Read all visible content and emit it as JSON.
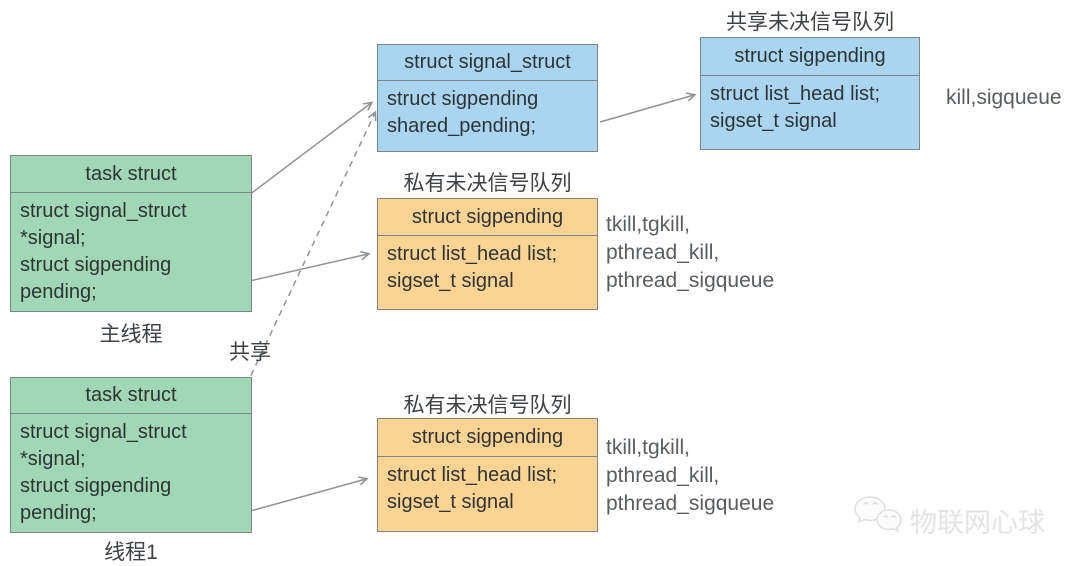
{
  "colors": {
    "task_box_fill": "#a0d7b4",
    "signal_box_fill": "#a9d6ee",
    "pending_box_fill": "#fbd392",
    "box_border": "#7f8486",
    "arrow": "#8f9396",
    "box_text": "#303336",
    "side_text": "#595d60",
    "watermark": "#e4e4e4"
  },
  "boxes": {
    "task_main": {
      "header": "task struct",
      "lines": [
        "struct signal_struct",
        "*signal;",
        "struct sigpending",
        "pending;"
      ],
      "caption": "主线程"
    },
    "task_thread1": {
      "header": "task struct",
      "lines": [
        "struct signal_struct",
        "*signal;",
        "struct sigpending",
        "pending;"
      ],
      "caption": "线程1"
    },
    "signal_struct": {
      "header": "struct signal_struct",
      "lines": [
        "struct sigpending",
        "shared_pending;"
      ]
    },
    "shared_pending_queue": {
      "label": "共享未决信号队列",
      "header": "struct sigpending",
      "lines": [
        "struct list_head list;",
        "sigset_t signal"
      ],
      "side": "kill,sigqueue"
    },
    "private_pending_queue_1": {
      "label": "私有未决信号队列",
      "header": "struct sigpending",
      "lines": [
        "struct list_head list;",
        "sigset_t signal"
      ],
      "side_lines": [
        "tkill,tgkill,",
        "pthread_kill,",
        "pthread_sigqueue"
      ]
    },
    "private_pending_queue_2": {
      "label": "私有未决信号队列",
      "header": "struct sigpending",
      "lines": [
        "struct list_head list;",
        "sigset_t signal"
      ],
      "side_lines": [
        "tkill,tgkill,",
        "pthread_kill,",
        "pthread_sigqueue"
      ]
    }
  },
  "annotations": {
    "shared_arrow_label": "共享",
    "watermark_text": "物联网心球"
  }
}
